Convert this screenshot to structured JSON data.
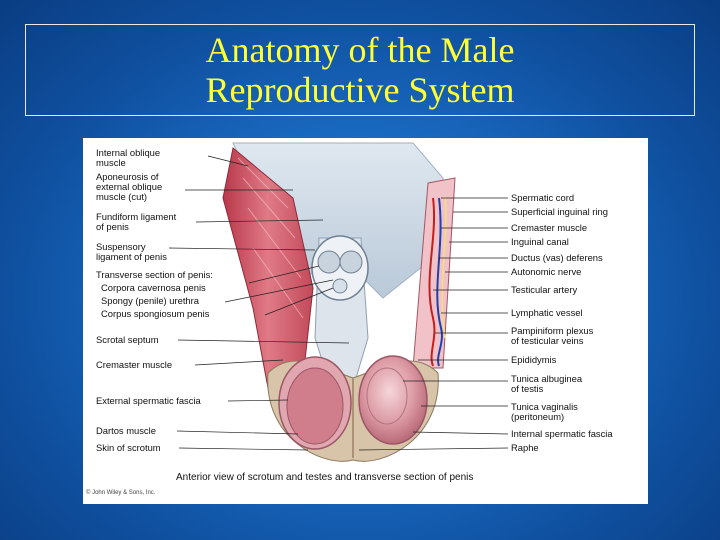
{
  "slide": {
    "title_line1": "Anatomy of the Male",
    "title_line2": "Reproductive System"
  },
  "figure": {
    "caption": "Anterior view of scrotum and testes and transverse section of penis",
    "credit": "© John Wiley & Sons, Inc.",
    "left_labels": [
      "Internal oblique",
      "muscle",
      "Aponeurosis of",
      "external oblique",
      "muscle (cut)",
      "Fundiform ligament",
      "of penis",
      "Suspensory",
      "ligament of penis",
      "Transverse section of penis:",
      "Corpora cavernosa penis",
      "Spongy (penile) urethra",
      "Corpus spongiosum penis",
      "Scrotal septum",
      "Cremaster muscle",
      "External spermatic fascia",
      "Dartos muscle",
      "Skin of scrotum"
    ],
    "right_labels": [
      "Spermatic cord",
      "Superficial inguinal ring",
      "Cremaster muscle",
      "Inguinal canal",
      "Ductus (vas) deferens",
      "Autonomic nerve",
      "Testicular artery",
      "Lymphatic vessel",
      "Pampiniform plexus",
      "of testicular veins",
      "Epididymis",
      "Tunica albuginea",
      "of testis",
      "Tunica vaginalis",
      "(peritoneum)",
      "Internal spermatic fascia",
      "Raphe"
    ]
  }
}
